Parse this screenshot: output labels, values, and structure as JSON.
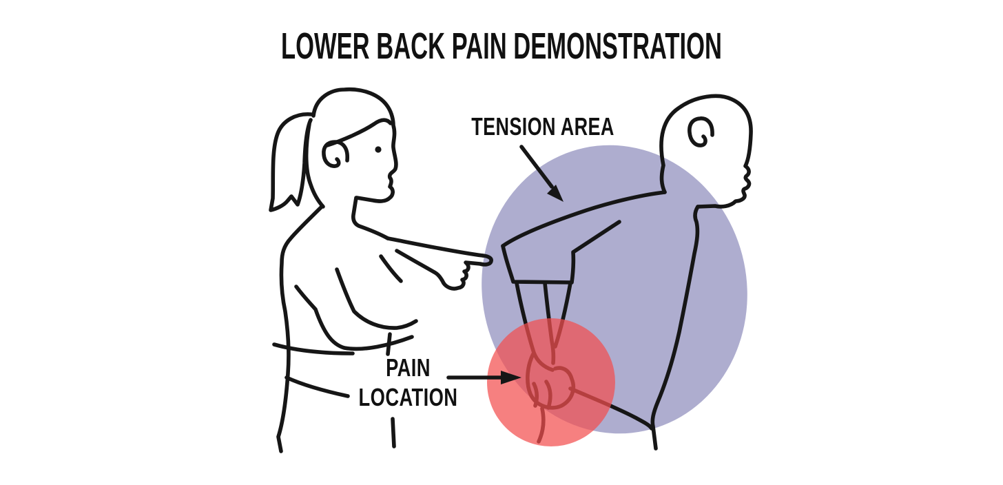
{
  "title": "LOWER BACK PAIN DEMONSTRATION",
  "annotations": {
    "tension": {
      "label": "TENSION AREA"
    },
    "pain": {
      "line1": "PAIN",
      "line2": "LOCATION"
    }
  },
  "figures": {
    "woman": "woman-with-ponytail-pointing-right",
    "man": "bald-man-bent-forward-holding-lower-back"
  },
  "colors": {
    "background": "#ffffff",
    "line": "#161616",
    "text": "#111111",
    "tension_fill": "#aeadcf",
    "pain_fill": "rgba(242,79,79,0.72)"
  }
}
